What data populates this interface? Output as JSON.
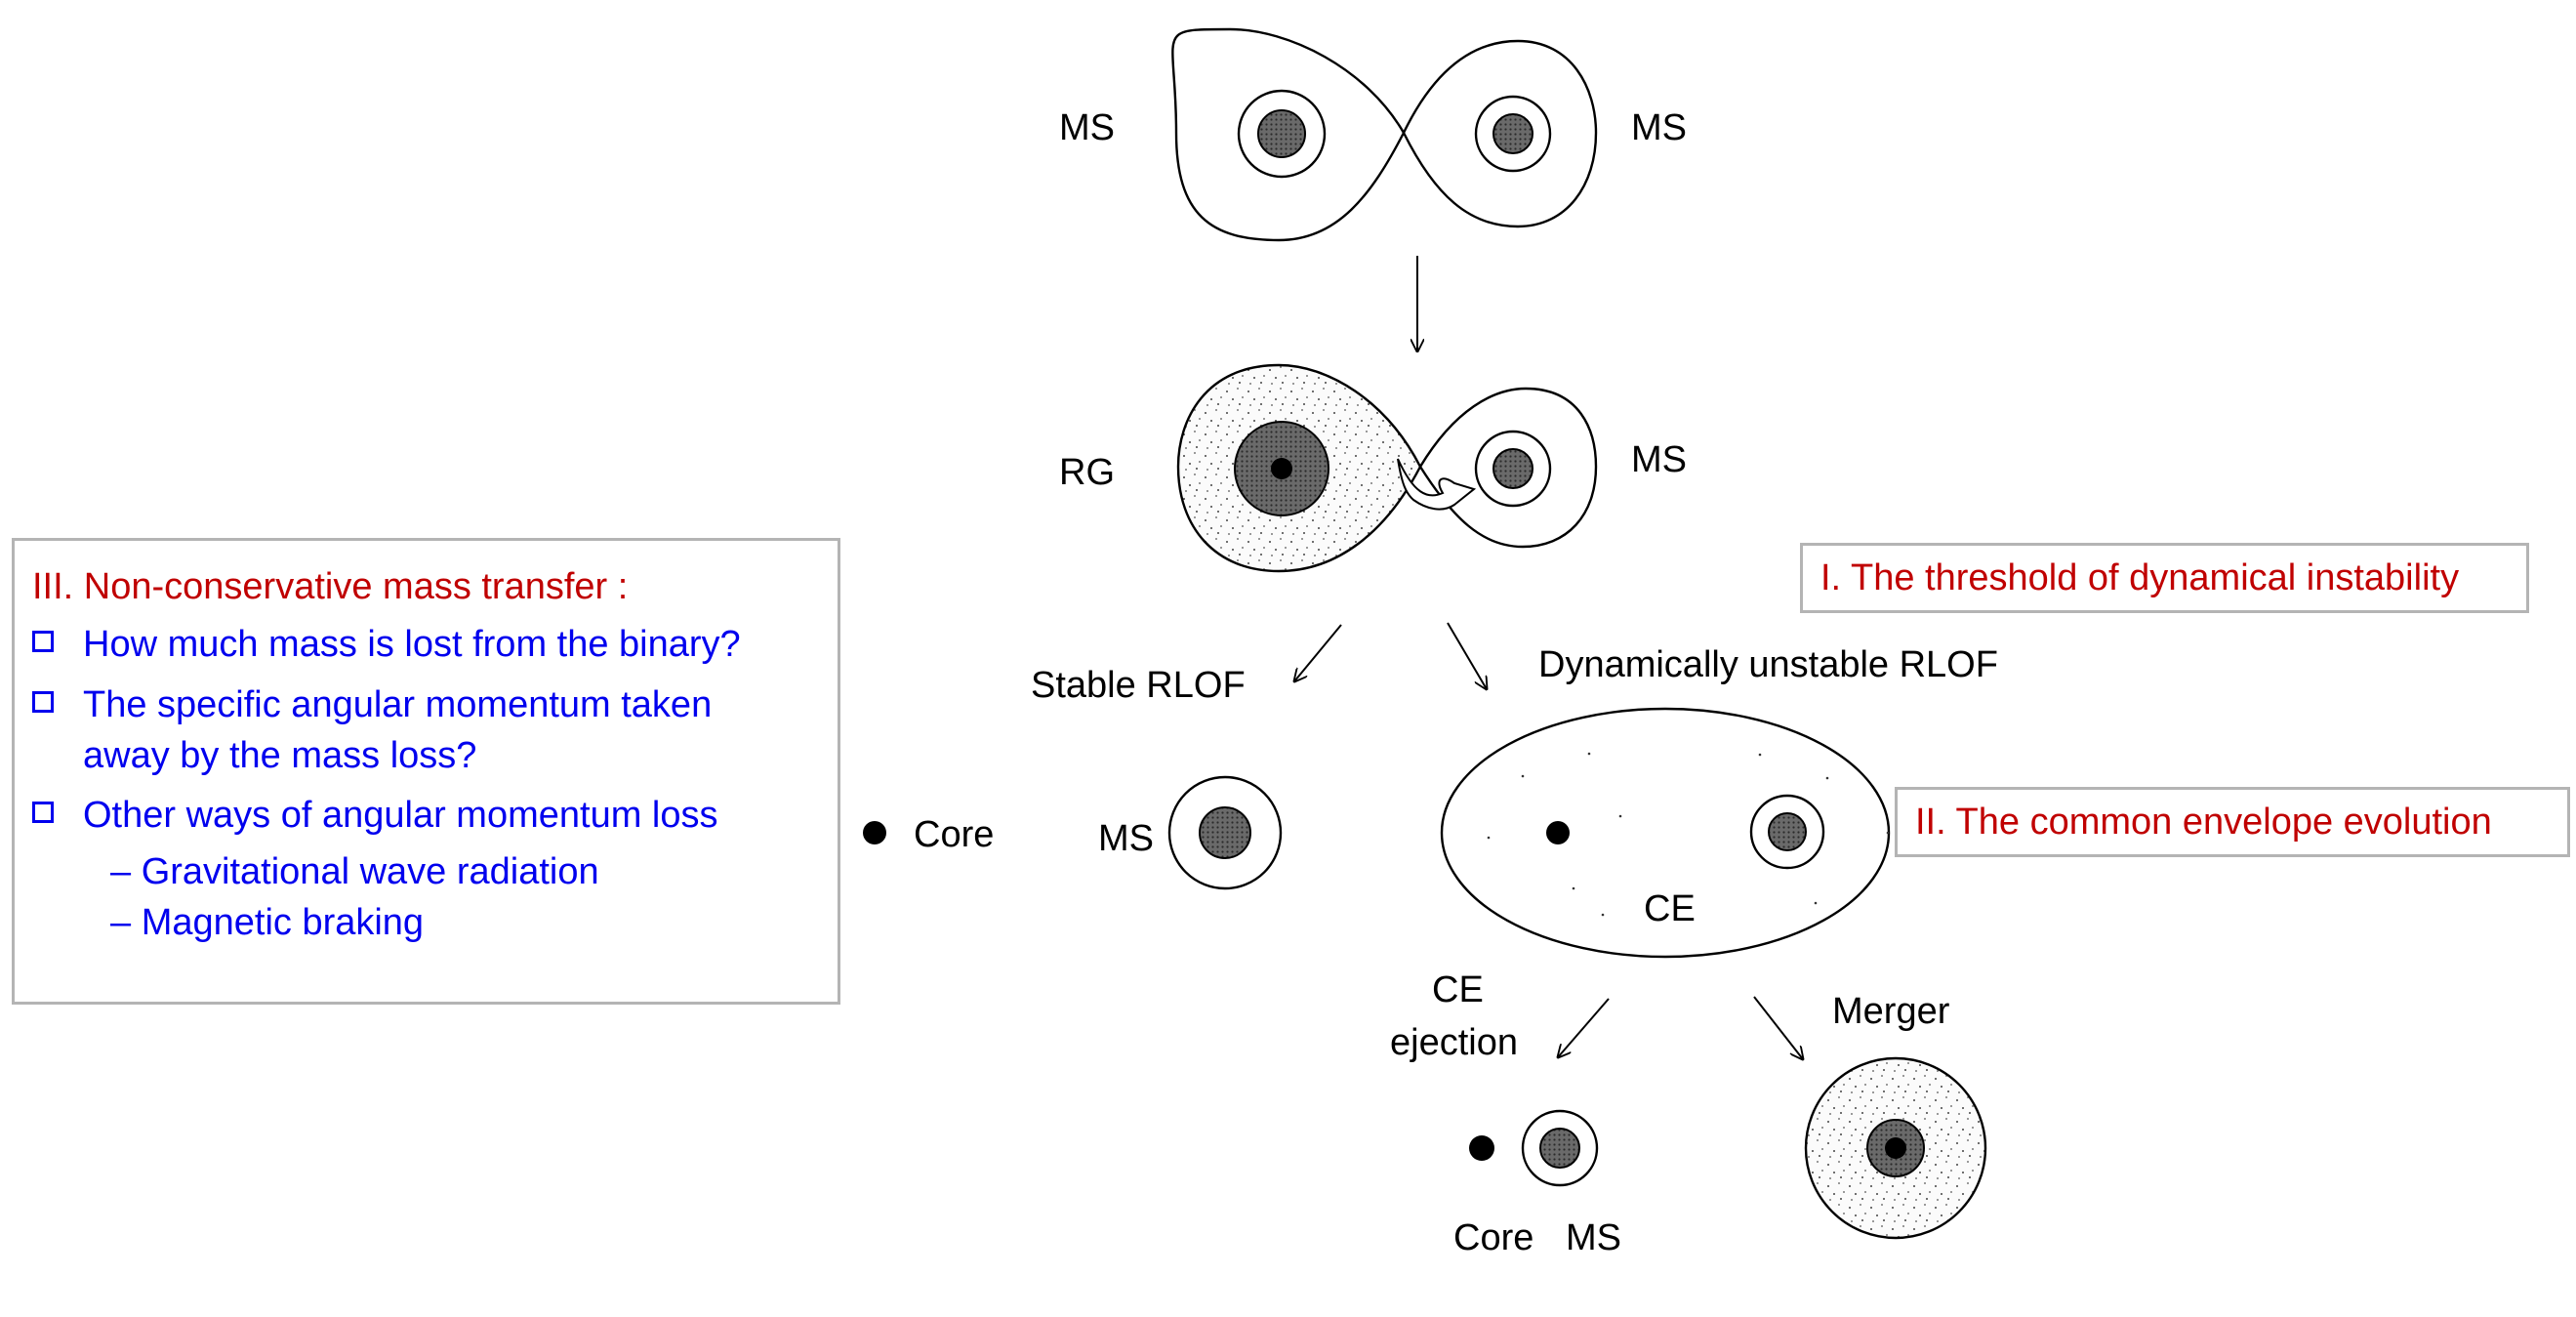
{
  "labels": {
    "ms_top_left": "MS",
    "ms_top_right": "MS",
    "rg": "RG",
    "ms_mid_right": "MS",
    "stable_rlof": "Stable RLOF",
    "unstable_rlof": "Dynamically unstable RLOF",
    "core_left": "Core",
    "ms_left": "MS",
    "ce": "CE",
    "ce_ejection_line1": "CE",
    "ce_ejection_line2": "ejection",
    "merger": "Merger",
    "core_bottom": "Core",
    "ms_bottom": "MS"
  },
  "boxes": {
    "threshold": "I. The threshold of dynamical instability",
    "common_envelope": "II. The common envelope evolution"
  },
  "questions": {
    "heading": "III. Non-conservative mass transfer :",
    "items": [
      "How much mass is lost from the binary?",
      "The specific angular momentum taken away by the mass loss?",
      "Other ways of angular momentum loss"
    ],
    "item2_line1": "The specific angular momentum taken",
    "item2_line2": "away by the mass loss?",
    "subitems": [
      "– Gravitational wave radiation",
      "– Magnetic braking"
    ]
  },
  "colors": {
    "heading_red": "#c00000",
    "question_blue": "#0000ee",
    "box_border": "#b4b4b4",
    "core_fill": "#555555"
  }
}
